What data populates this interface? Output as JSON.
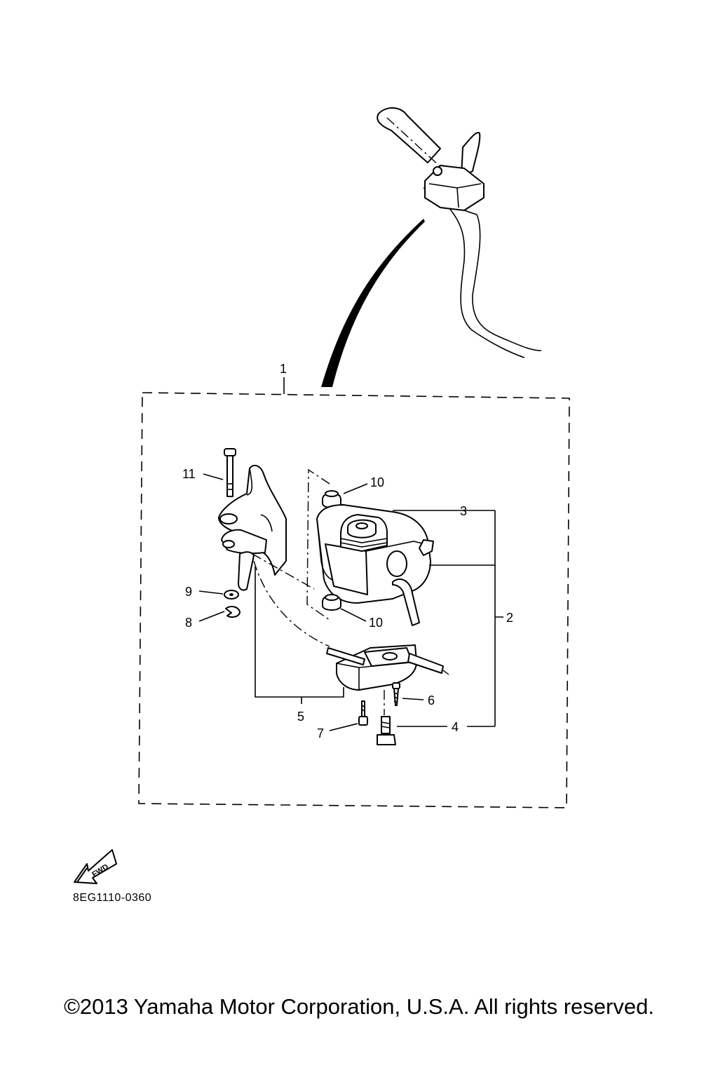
{
  "callouts": {
    "c1": "1",
    "c2": "2",
    "c3": "3",
    "c4": "4",
    "c5": "5",
    "c6": "6",
    "c7": "7",
    "c8": "8",
    "c9": "9",
    "c10a": "10",
    "c10b": "10",
    "c11": "11"
  },
  "fwd_label": "FWD",
  "diagram_code": "8EG1110-0360",
  "copyright": "©2013 Yamaha Motor Corporation, U.S.A. All rights reserved."
}
